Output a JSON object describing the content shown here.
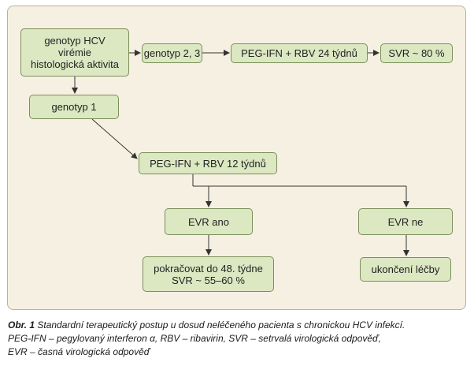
{
  "nodes": {
    "start": {
      "lines": [
        "genotyp HCV",
        "virémie",
        "histologická aktivita"
      ]
    },
    "genotype23": {
      "lines": [
        "genotyp 2, 3"
      ]
    },
    "peg24": {
      "lines": [
        "PEG-IFN + RBV 24 týdnů"
      ]
    },
    "svr80": {
      "lines": [
        "SVR ~ 80 %"
      ]
    },
    "genotype1": {
      "lines": [
        "genotyp 1"
      ]
    },
    "peg12": {
      "lines": [
        "PEG-IFN + RBV 12 týdnů"
      ]
    },
    "evrYes": {
      "lines": [
        "EVR ano"
      ]
    },
    "evrNo": {
      "lines": [
        "EVR ne"
      ]
    },
    "continue48": {
      "lines": [
        "pokračovat do 48. týdne",
        "SVR ~ 55–60 %"
      ]
    },
    "stop": {
      "lines": [
        "ukončení léčby"
      ]
    }
  },
  "caption": {
    "label": "Obr. 1",
    "line1": "Standardní terapeutický postup u dosud neléčeného pacienta s chronickou HCV infekcí.",
    "line2": "PEG-IFN – pegylovaný interferon α, RBV – ribavirin, SVR – setrvalá virologická odpověď,",
    "line3": "EVR – časná virologická odpověď"
  },
  "colors": {
    "panel_background": "#f6f0e2",
    "box_fill": "#dbe8c2",
    "box_border": "#7b8f5a",
    "arrow": "#333333"
  }
}
